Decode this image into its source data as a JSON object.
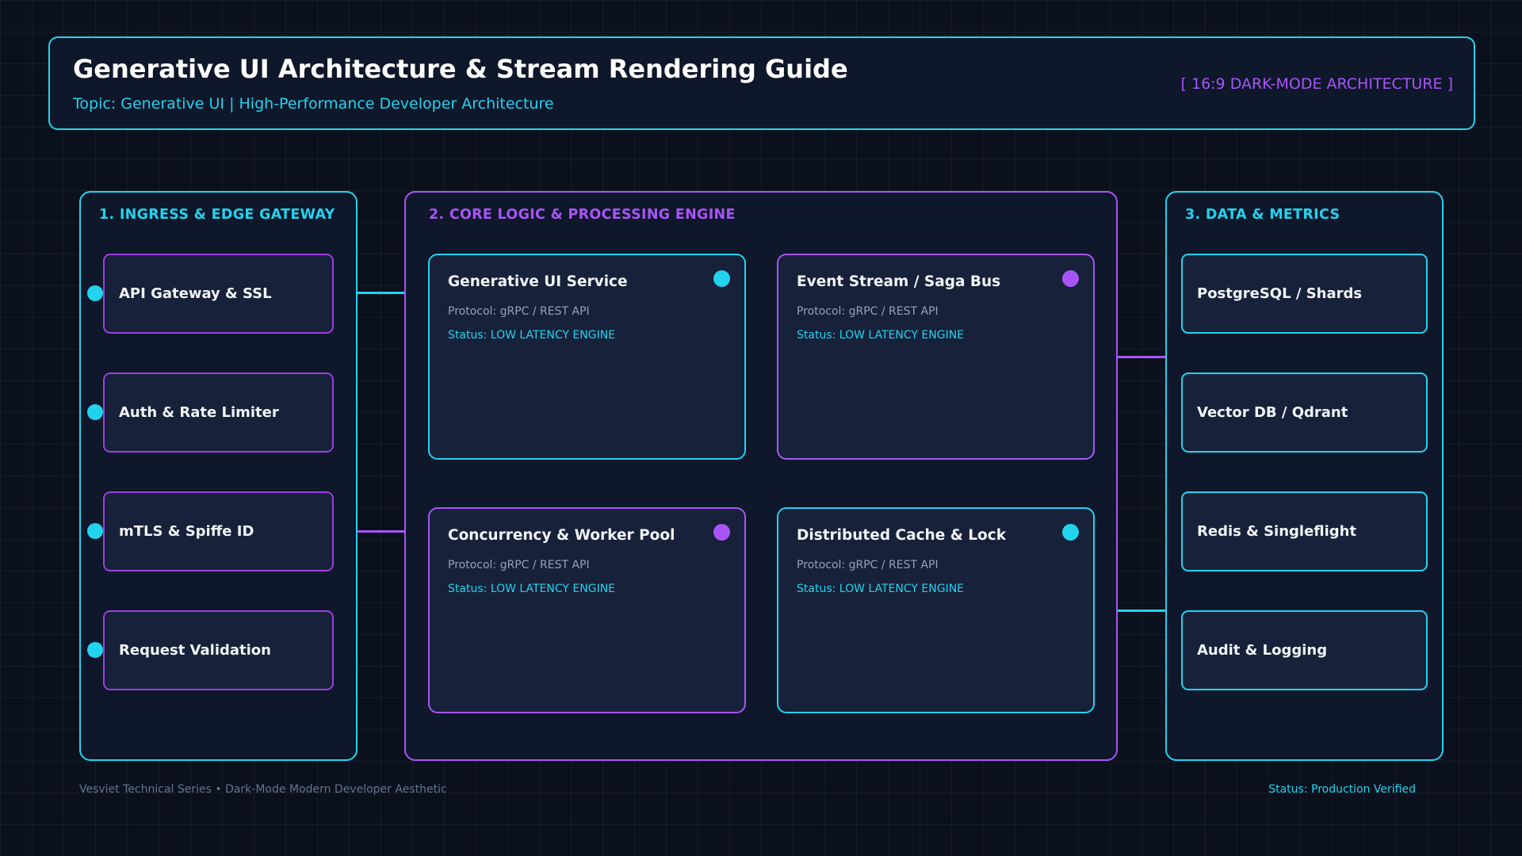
{
  "header": {
    "title": "Generative UI Architecture & Stream Rendering Guide",
    "subtitle": "Topic: Generative UI | High-Performance Developer Architecture",
    "badge": "[ 16:9 DARK-MODE ARCHITECTURE ]"
  },
  "ingress": {
    "title": "1. INGRESS & EDGE GATEWAY",
    "nodes": [
      "API Gateway & SSL",
      "Auth & Rate Limiter",
      "mTLS & Spiffe ID",
      "Request Validation"
    ]
  },
  "core": {
    "title": "2. CORE LOGIC & PROCESSING ENGINE",
    "services": [
      {
        "name": "Generative UI Service",
        "protocol": "Protocol: gRPC / REST API",
        "status": "Status: LOW LATENCY ENGINE",
        "accent": "#22d3ee"
      },
      {
        "name": "Event Stream / Saga Bus",
        "protocol": "Protocol: gRPC / REST API",
        "status": "Status: LOW LATENCY ENGINE",
        "accent": "#a855f7"
      },
      {
        "name": "Concurrency & Worker Pool",
        "protocol": "Protocol: gRPC / REST API",
        "status": "Status: LOW LATENCY ENGINE",
        "accent": "#a855f7"
      },
      {
        "name": "Distributed Cache & Lock",
        "protocol": "Protocol: gRPC / REST API",
        "status": "Status: LOW LATENCY ENGINE",
        "accent": "#22d3ee"
      }
    ]
  },
  "data_metrics": {
    "title": "3. DATA & METRICS",
    "nodes": [
      "PostgreSQL / Shards",
      "Vector DB / Qdrant",
      "Redis & Singleflight",
      "Audit & Logging"
    ]
  },
  "footer": {
    "left": "Vesviet Technical Series • Dark-Mode Modern Developer Aesthetic",
    "right": "Status: Production Verified"
  },
  "colors": {
    "cyan": "#22d3ee",
    "purple": "#a855f7",
    "background": "#0b111c",
    "panel": "#0f172a",
    "node": "#17213a"
  }
}
